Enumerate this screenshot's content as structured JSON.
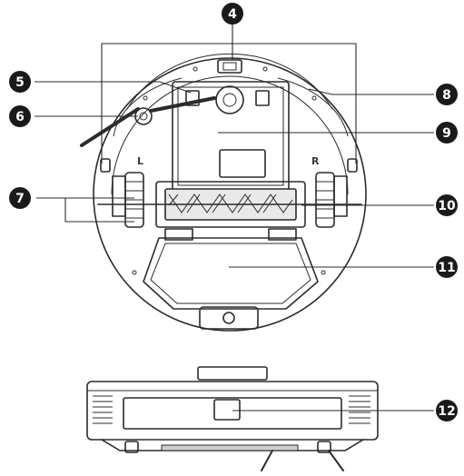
{
  "callouts": [
    {
      "id": "4",
      "label": "4"
    },
    {
      "id": "5",
      "label": "5"
    },
    {
      "id": "6",
      "label": "6"
    },
    {
      "id": "7",
      "label": "7"
    },
    {
      "id": "8",
      "label": "8"
    },
    {
      "id": "9",
      "label": "9"
    },
    {
      "id": "10",
      "label": "10"
    },
    {
      "id": "11",
      "label": "11"
    },
    {
      "id": "12",
      "label": "12"
    }
  ],
  "wheel_labels": {
    "left": "L",
    "right": "R"
  },
  "colors": {
    "ink": "#2b2b2b",
    "badge": "#1a1a1a",
    "badge_text": "#ffffff",
    "background": "#ffffff"
  }
}
